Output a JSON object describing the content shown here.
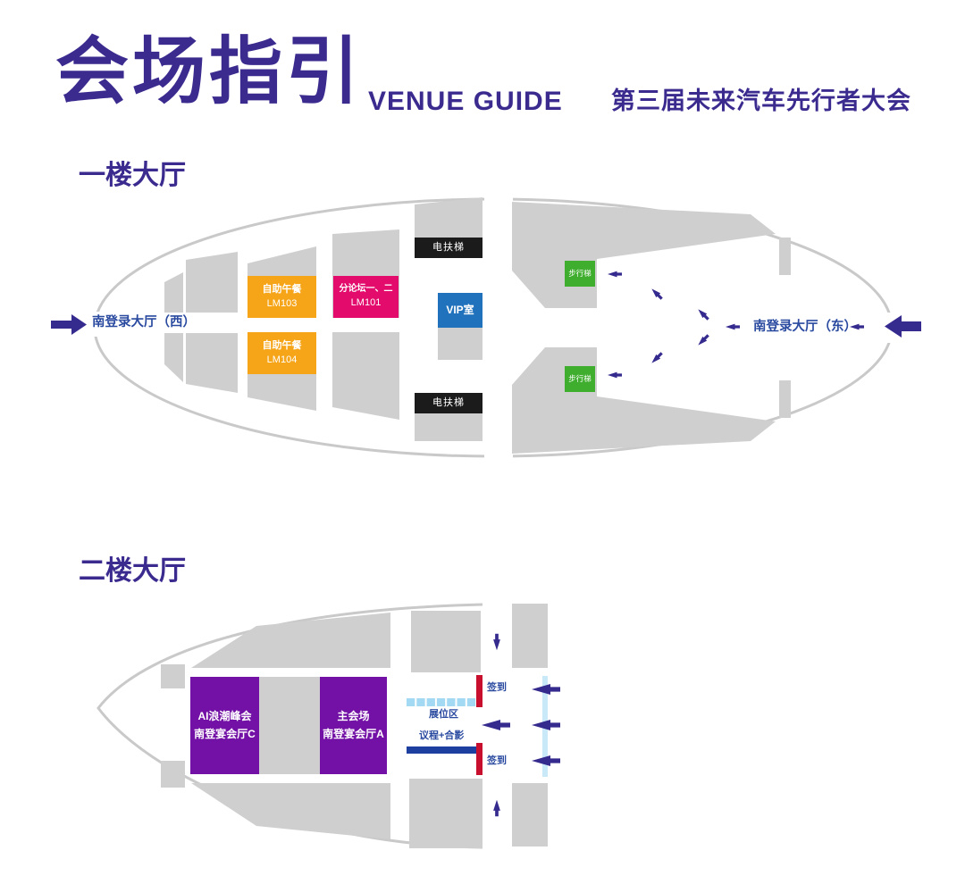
{
  "header": {
    "title_cn": "会场指引",
    "title_en": "VENUE GUIDE",
    "event_name": "第三届未来汽车先行者大会"
  },
  "floor1": {
    "section_label": "一楼大厅",
    "entrance_west": "南登录大厅（西）",
    "entrance_east": "南登录大厅（东）",
    "rooms": {
      "lunch_103": {
        "name": "自助午餐",
        "code": "LM103",
        "color": "#f6a519"
      },
      "lunch_104": {
        "name": "自助午餐",
        "code": "LM104",
        "color": "#f6a519"
      },
      "forum_101": {
        "name": "分论坛一、二",
        "code": "LM101",
        "color": "#e30b6c"
      },
      "vip": {
        "name": "VIP室",
        "color": "#2172bc"
      },
      "escalator_top": {
        "name": "电扶梯",
        "color": "#1b1b1b"
      },
      "escalator_bottom": {
        "name": "电扶梯",
        "color": "#1b1b1b"
      },
      "stairs_top": {
        "name": "步行梯",
        "color": "#3fae2e"
      },
      "stairs_bottom": {
        "name": "步行梯",
        "color": "#3fae2e"
      }
    }
  },
  "floor2": {
    "section_label": "二楼大厅",
    "rooms": {
      "summit_c": {
        "name": "AI浪潮峰会",
        "hall": "南登宴会厅C",
        "color": "#7311a6"
      },
      "main_a": {
        "name": "主会场",
        "hall": "南登宴会厅A",
        "color": "#7311a6"
      }
    },
    "booth_area_label": "展位区",
    "agenda_photo_label": "议程+合影",
    "checkin_top_label": "签到",
    "checkin_bottom_label": "签到"
  },
  "colors": {
    "title_purple": "#3b2b8f",
    "hall_text_blue": "#2a4aa0",
    "arrow_purple": "#352a8e",
    "map_gray": "#cfcfcf",
    "outline_gray": "#c9c9c9",
    "checkin_red": "#c8102e",
    "agenda_blue": "#1c3fa0",
    "booth_lightblue": "#a4d9f4",
    "corridor_lightblue": "#c9e8f8"
  }
}
